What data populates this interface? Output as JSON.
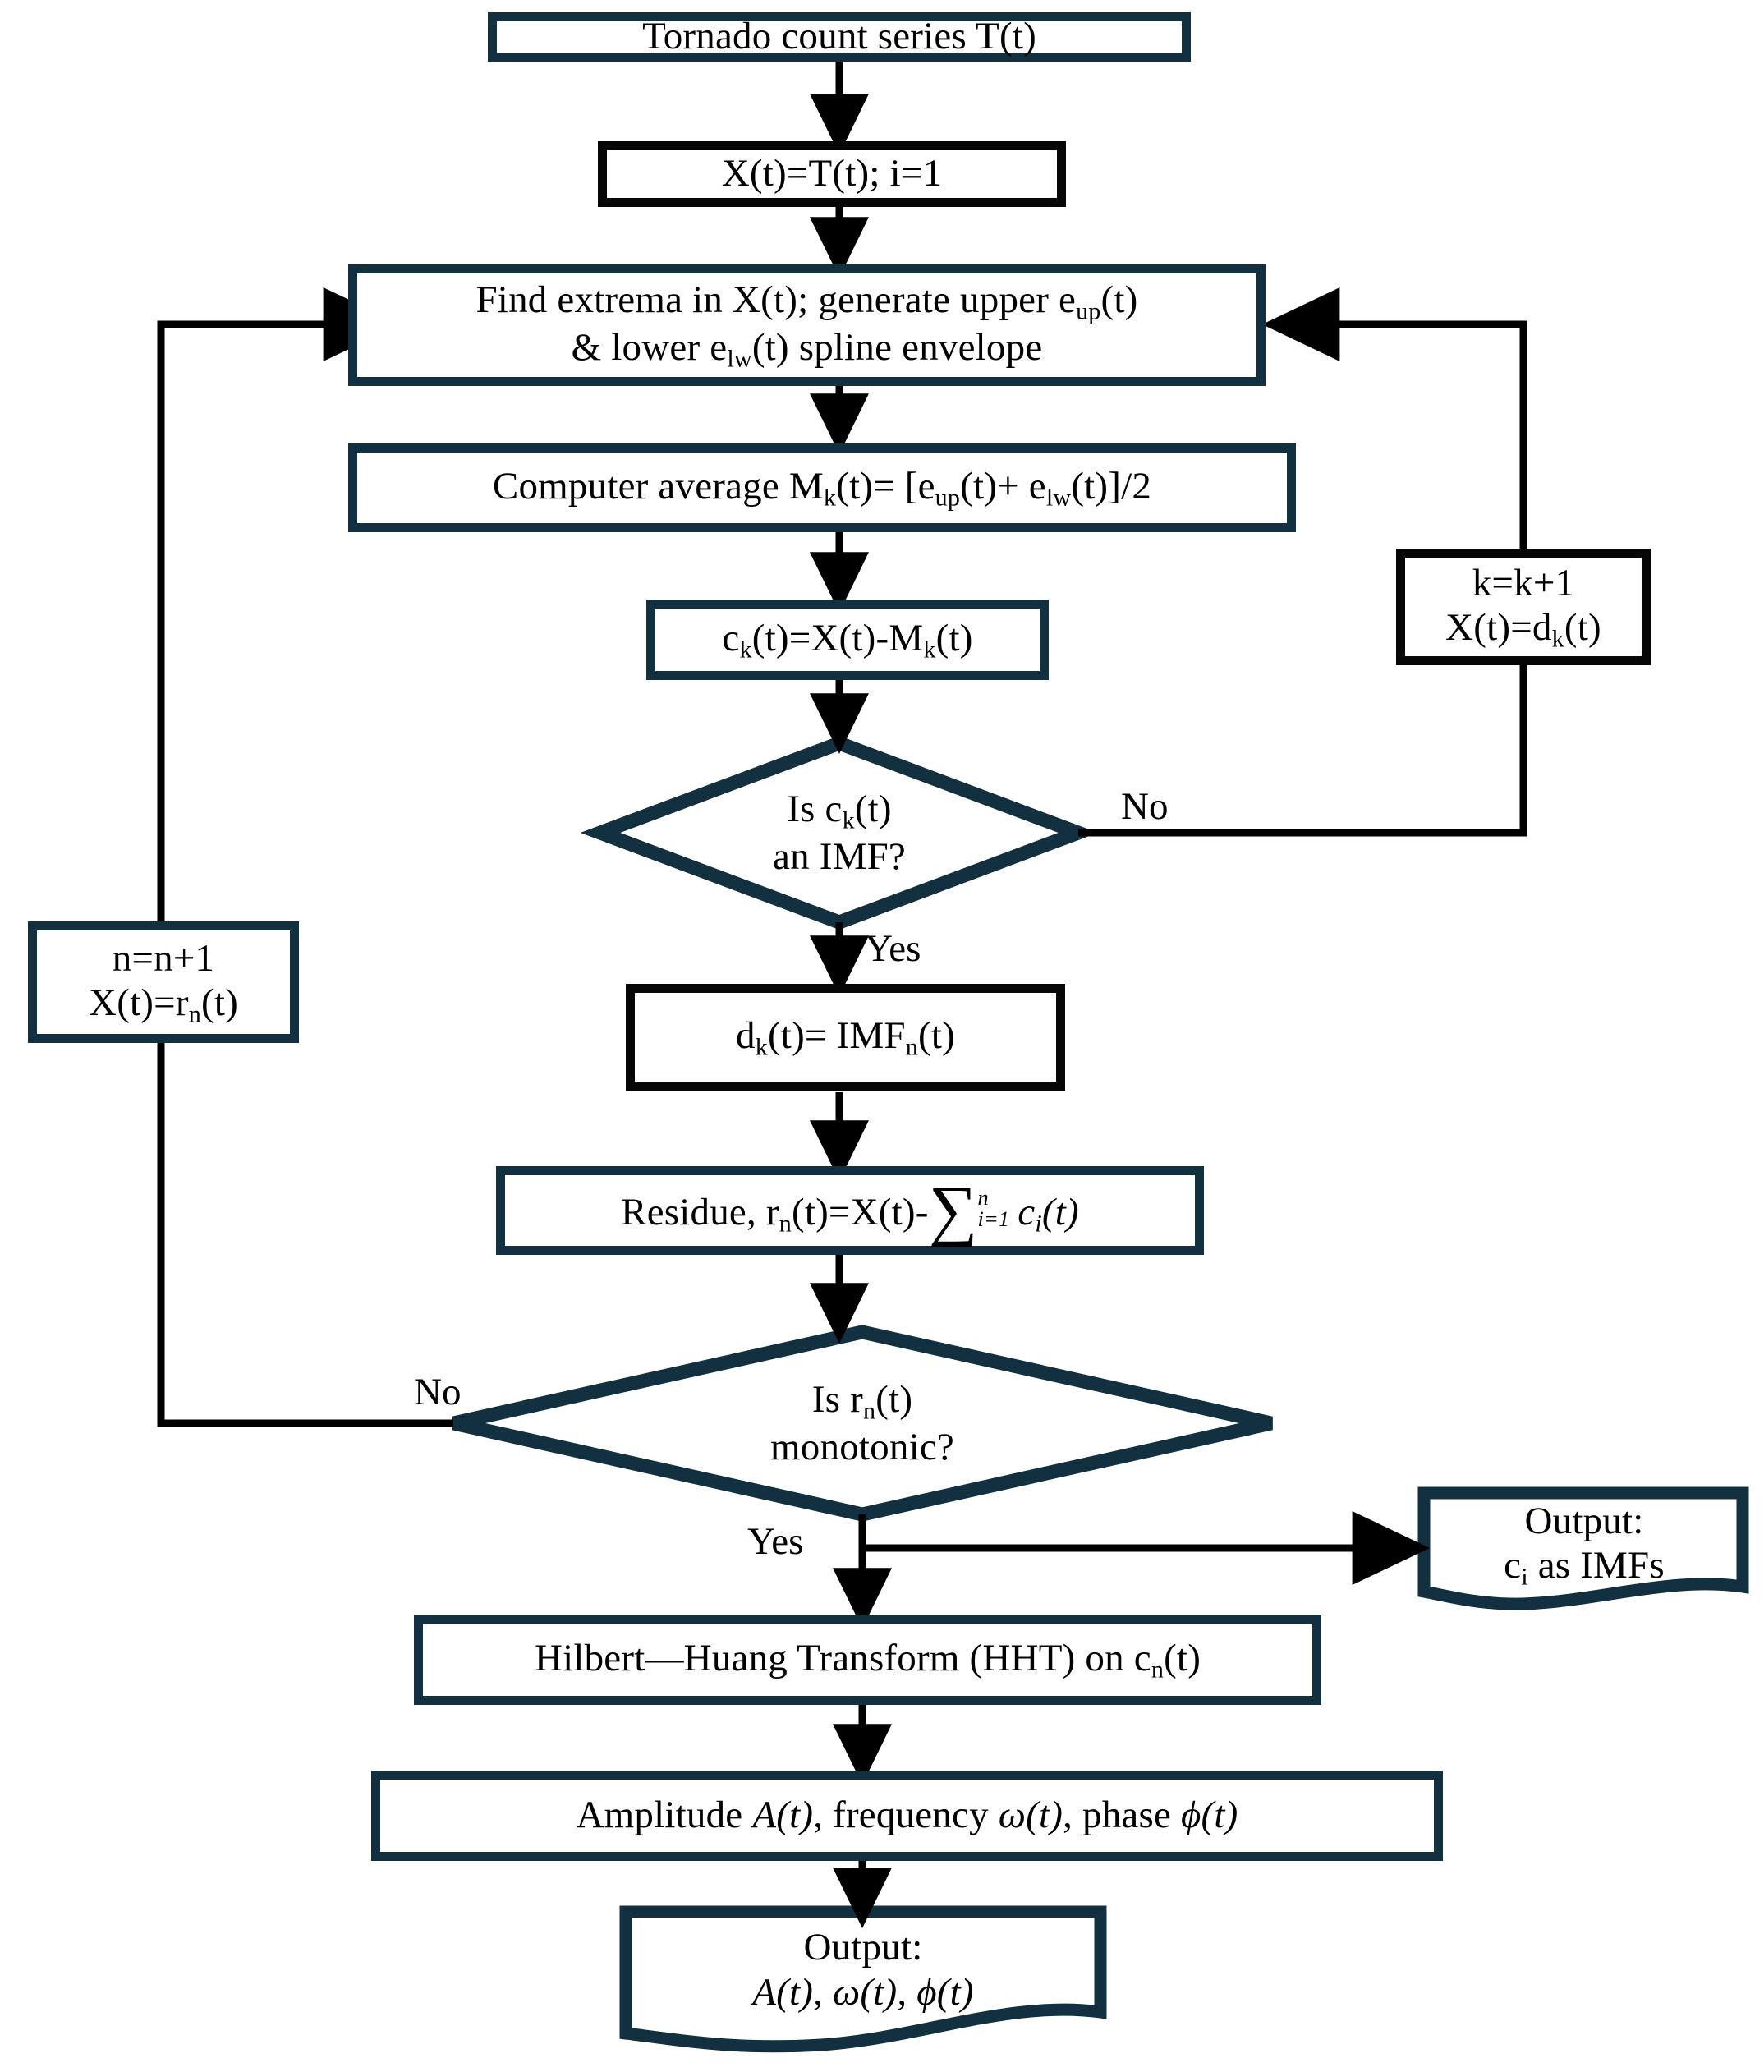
{
  "diagram": {
    "title": "Hilbert-Huang Transform (EMD) processing flowchart for tornado count series",
    "colors": {
      "navy_border": "#12303f",
      "black_border": "#070707",
      "connector": "#000000",
      "node_fill": "#ffffff",
      "page_background": "#ffffff"
    },
    "nodes": [
      {
        "id": "start",
        "shape": "process",
        "border": "navy",
        "text": "Tornado count series T(t)"
      },
      {
        "id": "init",
        "shape": "process",
        "border": "black",
        "text": "X(t)=T(t); i=1"
      },
      {
        "id": "extrema",
        "shape": "process",
        "border": "navy",
        "line1": "Find extrema in X(t); generate upper e",
        "line1_sub": "up",
        "line1_end": "(t)",
        "line2_a": "& lower e",
        "line2_sub": "lw",
        "line2_end": "(t) spline envelope"
      },
      {
        "id": "average",
        "shape": "process",
        "border": "navy",
        "a": "Computer average M",
        "sub1": "k",
        "b": "(t)= [e",
        "sub2": "up",
        "c": "(t)+  e",
        "sub3": "lw",
        "d": "(t)]/2"
      },
      {
        "id": "ck",
        "shape": "process",
        "border": "navy",
        "a": "c",
        "sub1": "k",
        "b": "(t)=X(t)-M",
        "sub2": "k",
        "c": "(t)"
      },
      {
        "id": "decision_imf",
        "shape": "decision",
        "border": "navy",
        "line1_a": "Is c",
        "line1_sub": "k",
        "line1_b": "(t)",
        "line2": "an IMF?"
      },
      {
        "id": "k_increment",
        "shape": "process",
        "border": "black",
        "line1": "k=k+1",
        "line2_a": "X(t)=d",
        "line2_sub": "k",
        "line2_b": "(t)"
      },
      {
        "id": "n_increment",
        "shape": "process",
        "border": "navy",
        "line1": "n=n+1",
        "line2_a": "X(t)=r",
        "line2_sub": "n",
        "line2_b": "(t)"
      },
      {
        "id": "dk_imf",
        "shape": "process",
        "border": "black",
        "a": "d",
        "sub1": "k",
        "b": "(t)= IMF",
        "sub2": "n",
        "c": "(t)"
      },
      {
        "id": "residue",
        "shape": "process",
        "border": "navy",
        "a": "Residue, r",
        "sub1": "n",
        "b": "(t)=X(t)-",
        "sum_top": "n",
        "sum_bottom": "i=1",
        "c": "c",
        "sub3": "i",
        "d": "(t)"
      },
      {
        "id": "decision_monotonic",
        "shape": "decision",
        "border": "navy",
        "line1_a": "Is r",
        "line1_sub": "n",
        "line1_b": "(t)",
        "line2": "monotonic?"
      },
      {
        "id": "output_imfs",
        "shape": "document",
        "border": "navy",
        "line1": "Output:",
        "line2_a": "c",
        "line2_sub": "i",
        "line2_b": " as IMFs"
      },
      {
        "id": "hht",
        "shape": "process",
        "border": "navy",
        "a": "Hilbert—Huang Transform (HHT)  on c",
        "sub1": "n",
        "b": "(t)"
      },
      {
        "id": "amplitude",
        "shape": "process",
        "border": "navy",
        "a": "Amplitude ",
        "ital1": "A(t)",
        "b": ", frequency ",
        "ital2": "ω(t)",
        "c": ", phase  ",
        "ital3": "ϕ(t)"
      },
      {
        "id": "output_final",
        "shape": "document",
        "border": "navy",
        "line1": "Output:",
        "line2": "A(t),  ω(t),  ϕ(t)"
      }
    ],
    "edge_labels": [
      {
        "id": "no-imf",
        "text": "No"
      },
      {
        "id": "yes-imf",
        "text": "Yes"
      },
      {
        "id": "no-monotonic",
        "text": "No"
      },
      {
        "id": "yes-monotonic",
        "text": "Yes"
      }
    ]
  }
}
